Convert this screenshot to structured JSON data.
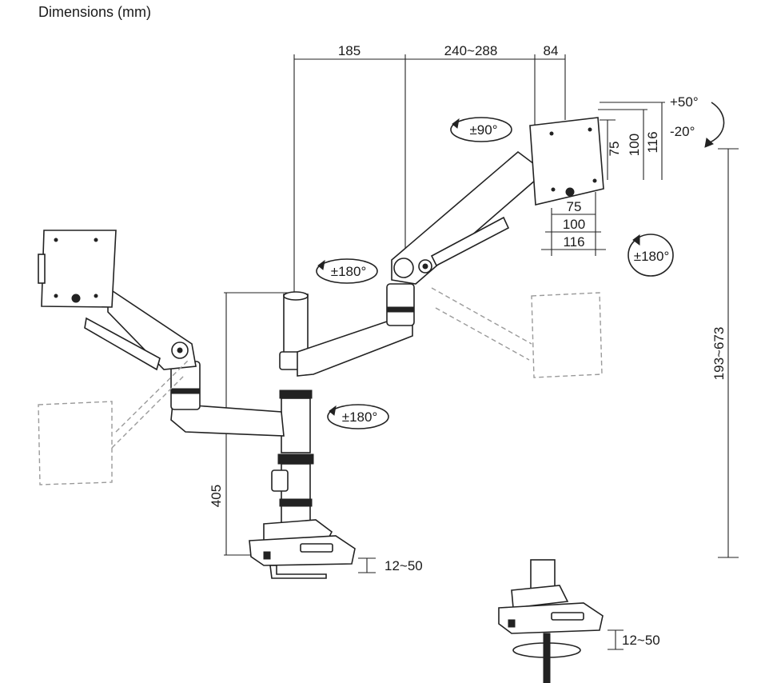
{
  "title": "Dimensions (mm)",
  "dimensions": {
    "reach_pole_to_joint": "185",
    "reach_joint_to_head": "240~288",
    "head_depth": "84",
    "pole_height": "405",
    "height_range": "193~673",
    "desk_thickness_clamp": "12~50",
    "desk_thickness_grommet": "12~50",
    "vesa_plate": [
      "75",
      "100",
      "116"
    ]
  },
  "rotations": {
    "tilt_up": "+50°",
    "tilt_down": "-20°",
    "swivel_head": "±90°",
    "rotate_monitor": "±180°",
    "rotate_upper_arm": "±180°",
    "rotate_lower_arm": "±180°"
  }
}
